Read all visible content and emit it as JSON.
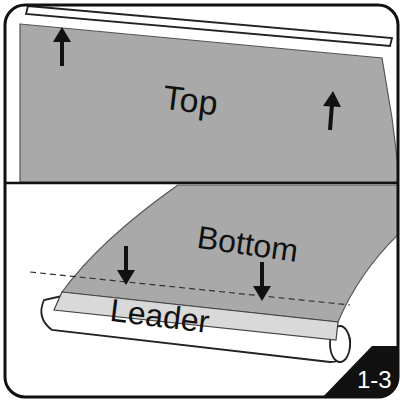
{
  "diagram": {
    "labels": [
      "Top",
      "Bottom",
      "Leader",
      "1-3"
    ]
  }
}
